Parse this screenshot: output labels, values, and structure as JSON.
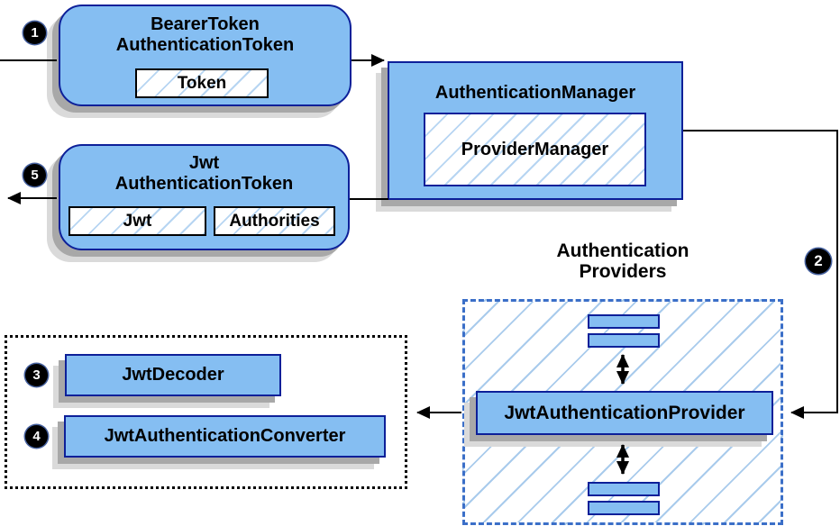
{
  "nodes": {
    "bearer_token": {
      "title_line1": "BearerToken",
      "title_line2": "AuthenticationToken",
      "chip_token": "Token"
    },
    "authentication_manager": {
      "title": "AuthenticationManager",
      "chip_provider_manager": "ProviderManager"
    },
    "jwt_authentication_token": {
      "title_line1": "Jwt",
      "title_line2": "AuthenticationToken",
      "chip_jwt": "Jwt",
      "chip_authorities": "Authorities"
    },
    "authentication_providers": {
      "label_line1": "Authentication",
      "label_line2": "Providers",
      "provider": "JwtAuthenticationProvider"
    },
    "converters": {
      "decoder": "JwtDecoder",
      "converter": "JwtAuthenticationConverter"
    }
  },
  "step_badges": {
    "step1": "1",
    "step2": "2",
    "step3": "3",
    "step4": "4",
    "step5": "5"
  },
  "colors": {
    "node_fill": "#85bef2",
    "node_border": "#0d2099",
    "hatch_line": "#a9cbec",
    "dashed_border_blue": "#3b6fc8",
    "shadow_dark": "#a8a8a8",
    "shadow_light": "#dadada",
    "arrow": "#000000",
    "badge_bg": "#000000",
    "badge_text": "#ffffff"
  }
}
